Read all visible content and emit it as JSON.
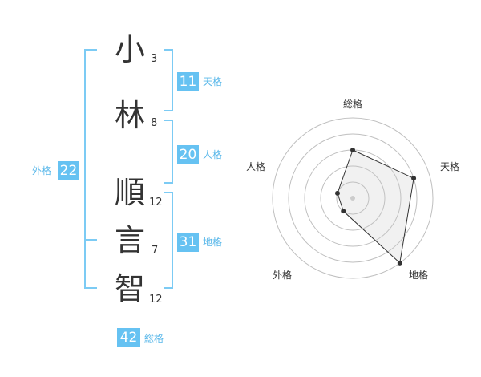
{
  "name": {
    "chars": [
      {
        "char": "小",
        "strokes": "3"
      },
      {
        "char": "林",
        "strokes": "8"
      },
      {
        "char": "順",
        "strokes": "12"
      },
      {
        "char": "言",
        "strokes": "7"
      },
      {
        "char": "智",
        "strokes": "12"
      }
    ]
  },
  "kaku": {
    "tenkaku": {
      "value": "11",
      "label": "天格"
    },
    "jinkaku": {
      "value": "20",
      "label": "人格"
    },
    "chikaku": {
      "value": "31",
      "label": "地格"
    },
    "gaikaku": {
      "value": "22",
      "label": "外格"
    },
    "soukaku": {
      "value": "42",
      "label": "総格"
    }
  },
  "colors": {
    "accent": "#66c2f2",
    "text": "#333333",
    "bracket": "#7ccbf4"
  },
  "chart_data": {
    "type": "radar",
    "axes": [
      "総格",
      "天格",
      "地格",
      "外格",
      "人格"
    ],
    "values": [
      3,
      4,
      5,
      1,
      1
    ],
    "range": [
      0,
      5
    ]
  }
}
